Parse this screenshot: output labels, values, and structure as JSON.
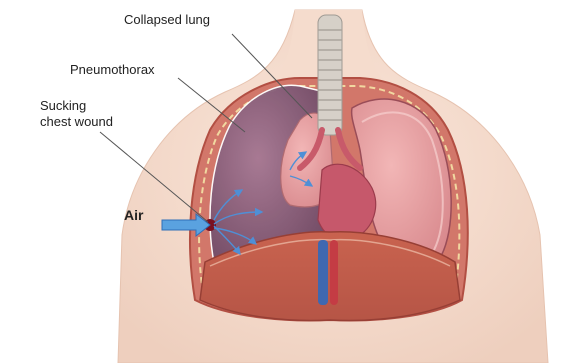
{
  "labels": {
    "collapsed_lung": "Collapsed lung",
    "pneumothorax": "Pneumothorax",
    "sucking_line1": "Sucking",
    "sucking_line2": "chest wound",
    "air": "Air"
  }
}
